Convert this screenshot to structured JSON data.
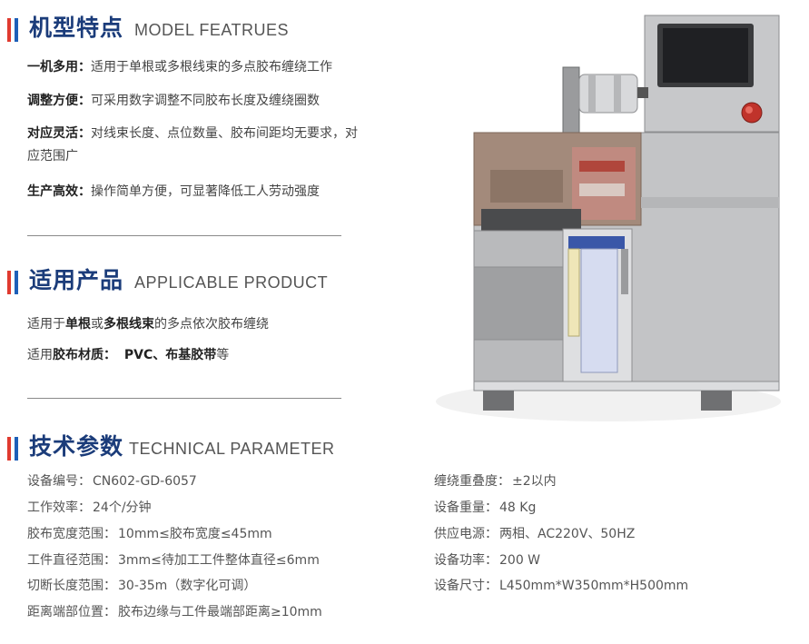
{
  "colors": {
    "accent_blue": "#1d5fb8",
    "accent_red": "#e03a2f",
    "title": "#1b3c7a"
  },
  "sections": {
    "features": {
      "title_zh": "机型特点",
      "title_en": "MODEL FEATRUES"
    },
    "products": {
      "title_zh": "适用产品",
      "title_en": "APPLICABLE PRODUCT"
    },
    "params": {
      "title_zh": "技术参数",
      "title_en": "TECHNICAL PARAMETER"
    }
  },
  "features": [
    {
      "label": "一机多用",
      "text": "适用于单根或多根线束的多点胶布缠绕工作"
    },
    {
      "label": "调整方便",
      "text": "可采用数字调整不同胶布长度及缠绕圈数"
    },
    {
      "label": "对应灵活",
      "text": "对线束长度、点位数量、胶布间距均无要求，对",
      "text2": "应范围广"
    },
    {
      "label": "生产高效",
      "text": "操作简单方便，可显著降低工人劳动强度"
    }
  ],
  "products": {
    "line1": {
      "pre": "适用于",
      "b1": "单根",
      "mid": "或",
      "b2": "多根线束",
      "post": "的多点依次胶布缠绕"
    },
    "line2": {
      "pre": "适用",
      "b1": "胶布材质：",
      "b2": "PVC、布基胶带",
      "post": "等"
    }
  },
  "params_left": [
    {
      "label": "设备编号：",
      "value": "CN602-GD-6057"
    },
    {
      "label": "工作效率：",
      "value": "24个/分钟"
    },
    {
      "label": "胶布宽度范围：",
      "value": "10mm≤胶布宽度≤45mm"
    },
    {
      "label": "工件直径范围：",
      "value": "3mm≤待加工工件整体直径≤6mm"
    },
    {
      "label": "切断长度范围：",
      "value": "30-35m（数字化可调）"
    },
    {
      "label": "距离端部位置：",
      "value": "胶布边缘与工件最端部距离≥10mm"
    }
  ],
  "params_right": [
    {
      "label": "缠绕重叠度：",
      "value": "±2以内"
    },
    {
      "label": "设备重量：",
      "value": "48 Kg"
    },
    {
      "label": "供应电源：",
      "value": "两相、AC220V、50HZ"
    },
    {
      "label": "设备功率：",
      "value": "200 W"
    },
    {
      "label": "设备尺寸：",
      "value": "L450mm*W350mm*H500mm"
    }
  ]
}
